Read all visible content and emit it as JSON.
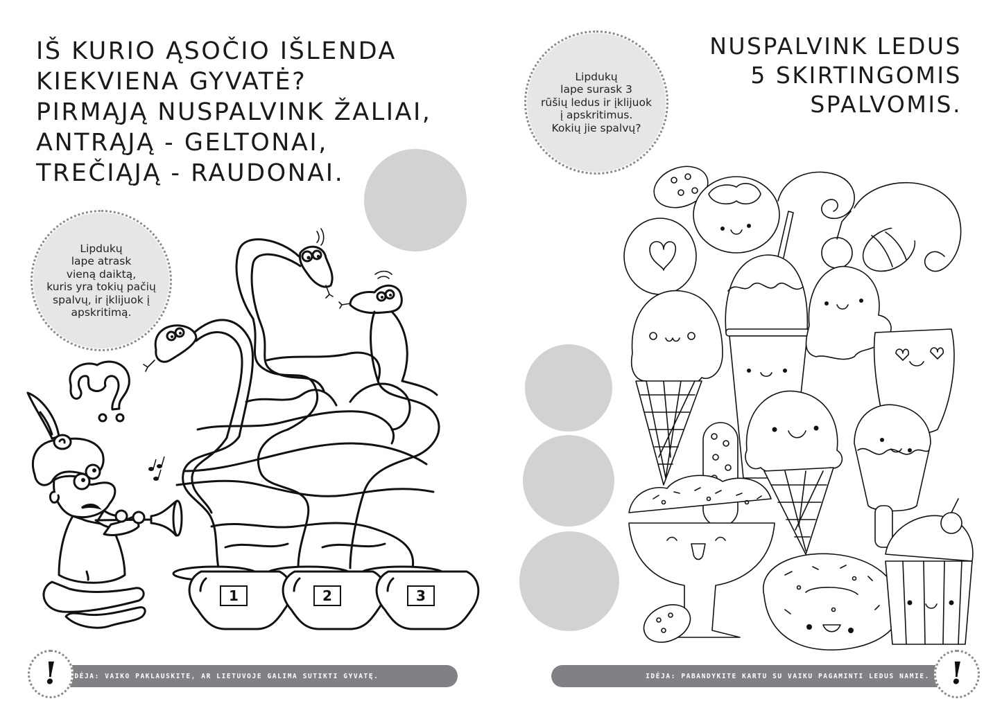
{
  "left_page": {
    "title_lines": [
      "IŠ KURIO ĄSOČIO IŠLENDA",
      "KIEKVIENA GYVATĖ?",
      "PIRMĄJĄ NUSPALVINK ŽALIAI,",
      "ANTRĄJĄ - GELTONAI,",
      "TREČIĄJĄ - RAUDONAI."
    ],
    "sticker_bubble_text": "Lipdukų\nlape atrask\nvieną daiktą,\nkuris yra tokių pačių\nspalvų, ir įklijuok į\napskritimą.",
    "sticker_slots": 1,
    "illustration": "snake-charmer-maze",
    "pots": [
      {
        "label": "1"
      },
      {
        "label": "2"
      },
      {
        "label": "3"
      }
    ],
    "idea_text": "IDĖJA: VAIKO PAKLAUSKITE, AR LIETUVOJE GALIMA SUTIKTI GYVATĘ.",
    "idea_icon": "!"
  },
  "right_page": {
    "title_lines": [
      "NUSPALVINK LEDUS",
      "5 SKIRTINGOMIS",
      "SPALVOMIS."
    ],
    "sticker_bubble_text": "Lipdukų\nlape surask 3\nrūšių ledus ir įklijuok\nį apskritimus.\nKokių jie spalvų?",
    "sticker_slots": 3,
    "illustration": "kawaii-ice-cream-coloring",
    "idea_text": "IDĖJA: PABANDYKITE KARTU SU VAIKU PAGAMINTI LEDUS NAMIE.",
    "idea_icon": "!"
  },
  "colors": {
    "sticker_circle": "#d1d2d4",
    "bubble_fill": "#e6e6e7",
    "idea_bar": "#808184",
    "ink": "#1a1a1a"
  }
}
